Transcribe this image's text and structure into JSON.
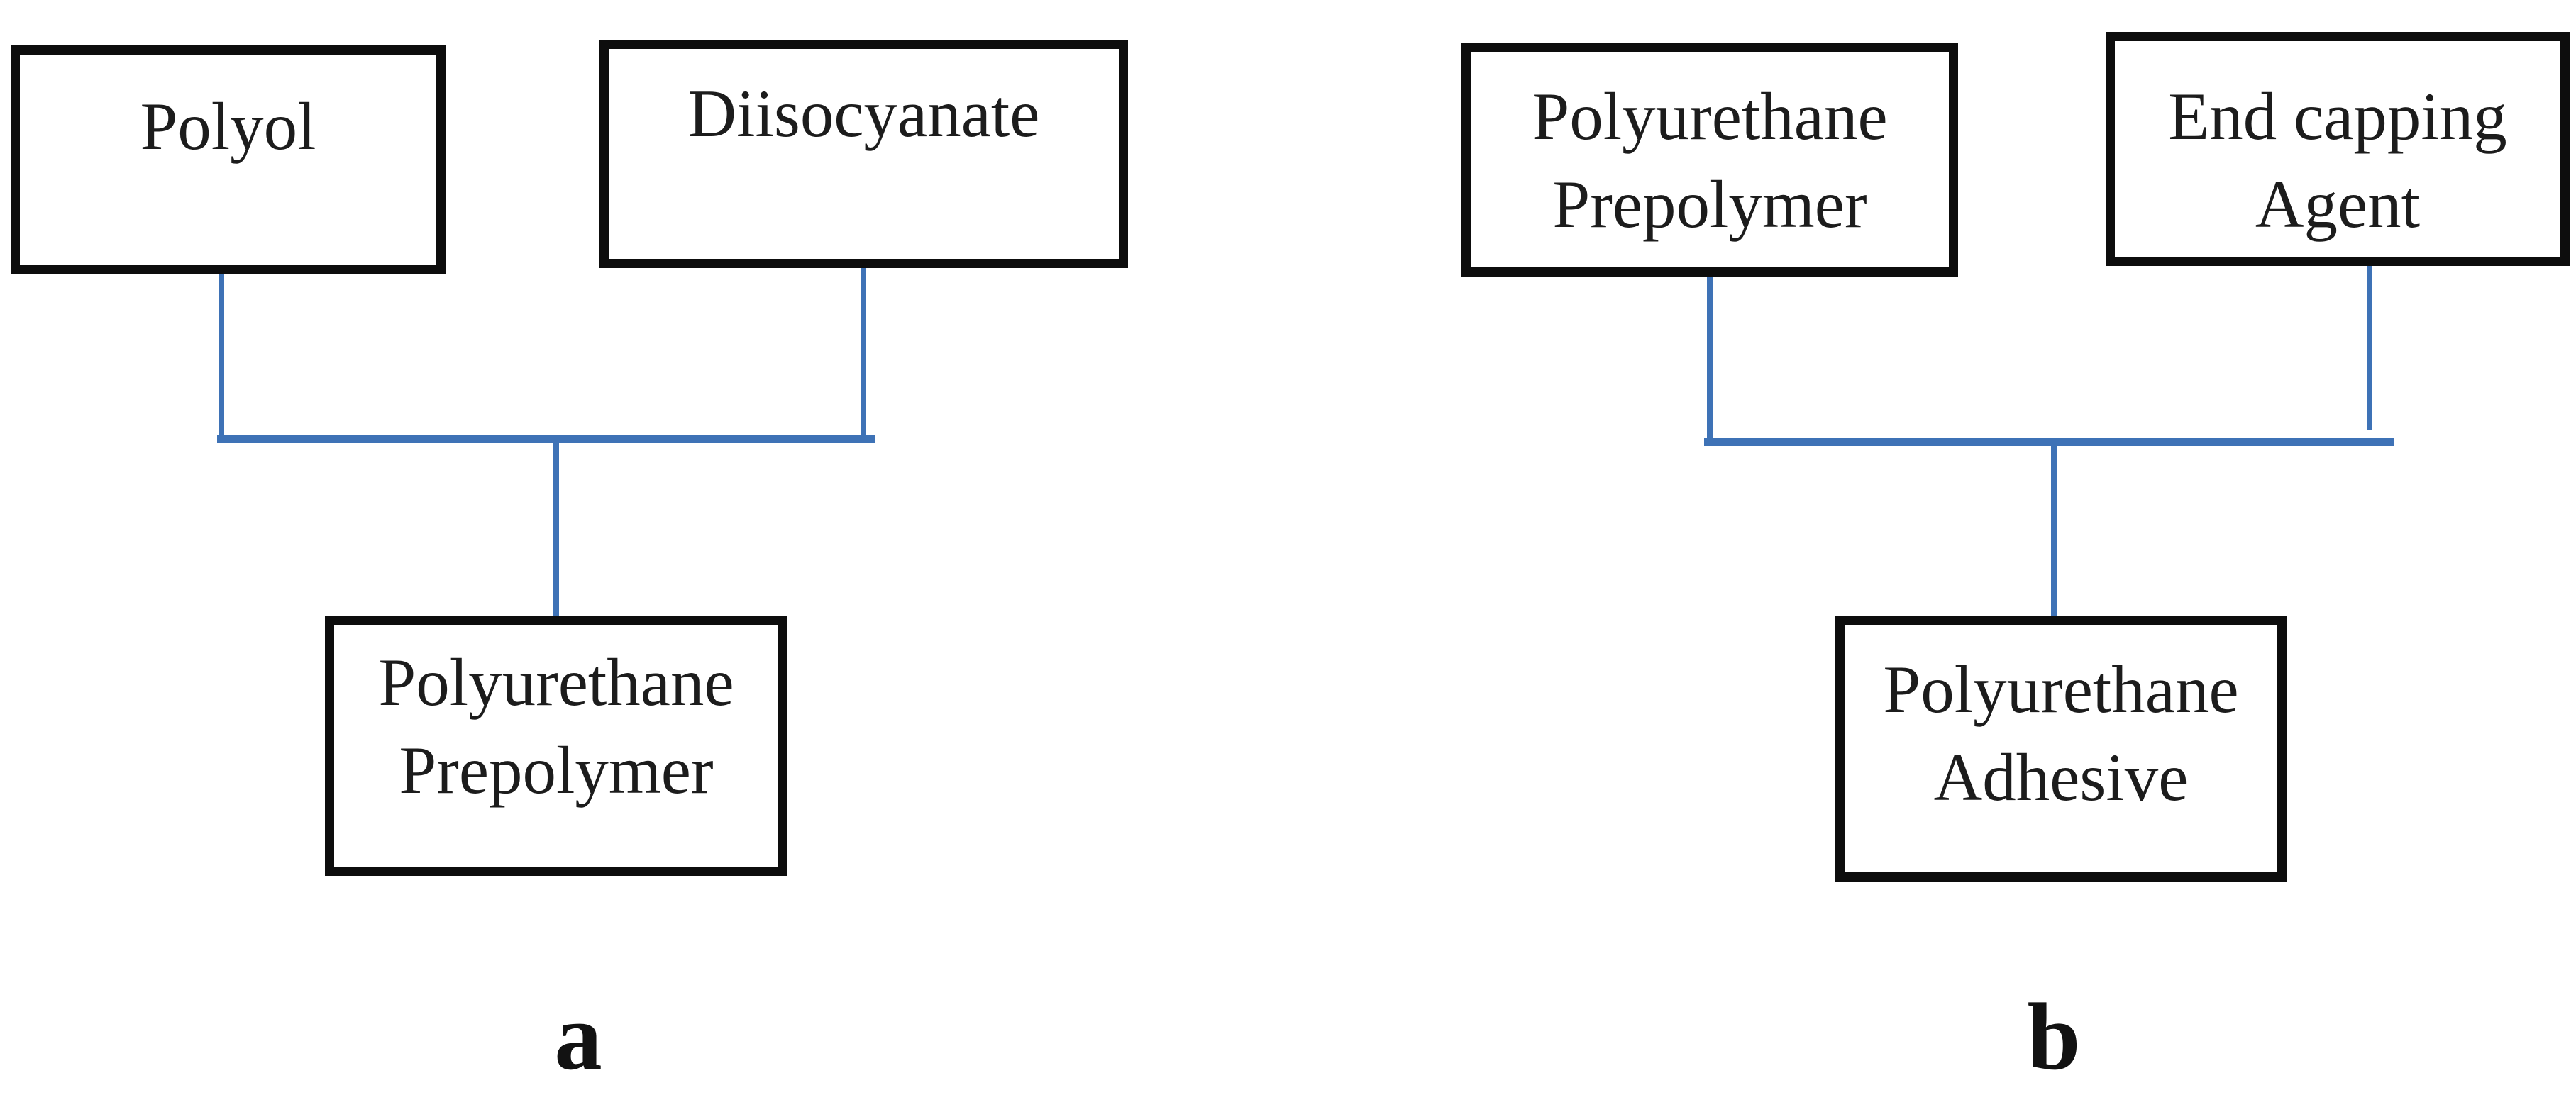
{
  "figure": {
    "background_color": "#ffffff",
    "node_border_color": "#0d0d0d",
    "connector_color": "#3e72b6",
    "text_color": "#1c1c1c",
    "diagram_a": {
      "caption": "a",
      "input1": "Polyol",
      "input2": "Diisocyanate",
      "output": "Polyurethane\nPrepolymer"
    },
    "diagram_b": {
      "caption": "b",
      "input1": "Polyurethane\nPrepolymer",
      "input2": "End capping\nAgent",
      "output": "Polyurethane\nAdhesive"
    }
  }
}
